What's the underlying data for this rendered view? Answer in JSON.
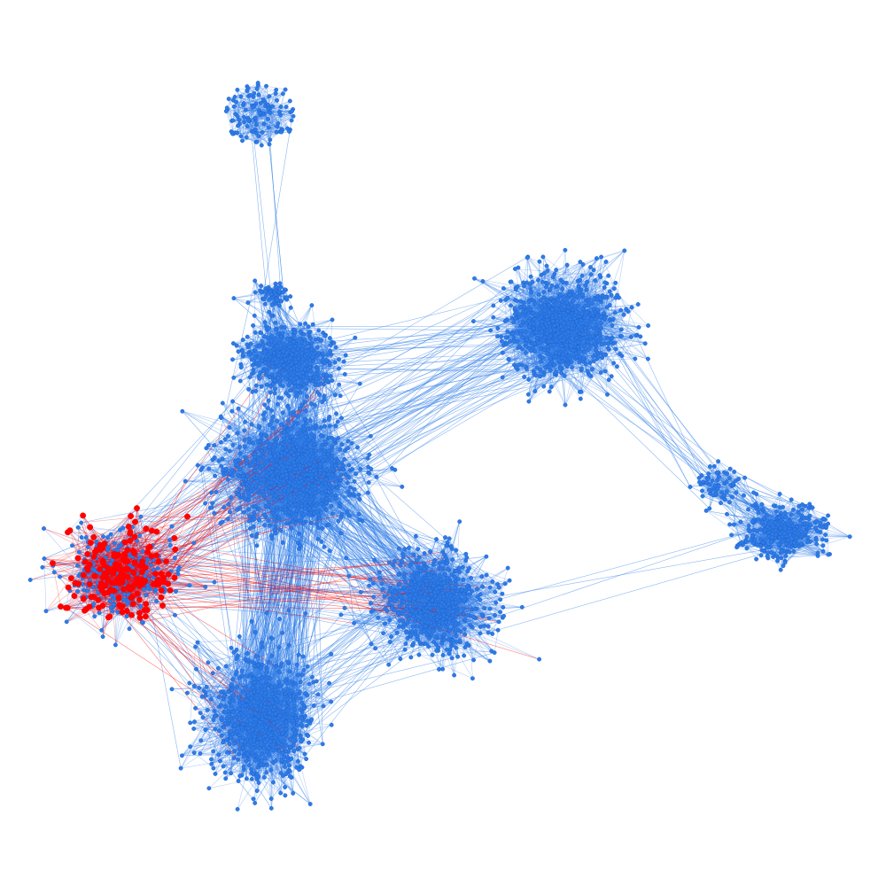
{
  "graph": {
    "colors": {
      "node": "#2e7be8",
      "node_stroke": "#1f63c9",
      "edge": "#2e7be8",
      "highlight_node": "#ff0000",
      "highlight_edge": "#ff0000",
      "background": "#ffffff"
    },
    "clusters": [
      {
        "id": "top-small",
        "nodes": 110,
        "highlighted": false
      },
      {
        "id": "upper-left-small",
        "nodes": 60,
        "highlighted": false
      },
      {
        "id": "upper-left-big",
        "nodes": 450,
        "highlighted": false
      },
      {
        "id": "center-left-big",
        "nodes": 900,
        "highlighted": false
      },
      {
        "id": "upper-right",
        "nodes": 750,
        "highlighted": false
      },
      {
        "id": "center-right",
        "nodes": 600,
        "highlighted": false
      },
      {
        "id": "lower-left",
        "nodes": 700,
        "highlighted": false
      },
      {
        "id": "far-right",
        "nodes": 300,
        "highlighted": false
      },
      {
        "id": "far-right-small",
        "nodes": 60,
        "highlighted": false
      },
      {
        "id": "left",
        "nodes": 400,
        "highlighted": true
      }
    ]
  }
}
